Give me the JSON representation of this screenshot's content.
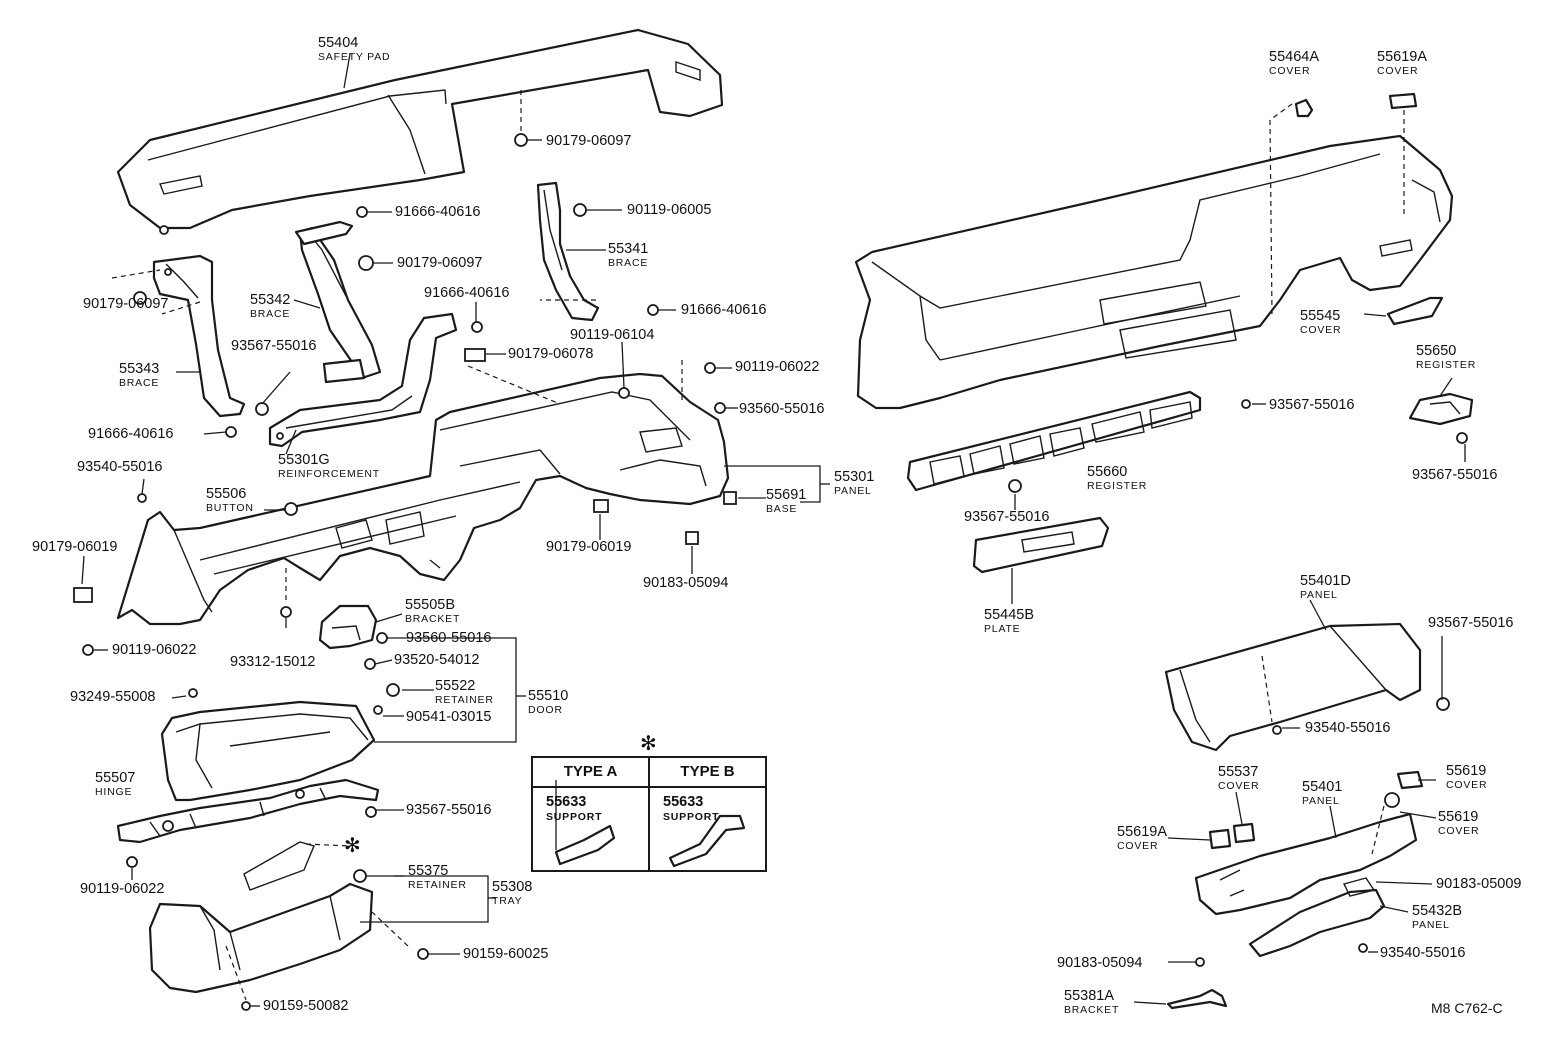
{
  "parts": {
    "p55404": {
      "num": "55404",
      "name": "SAFETY PAD"
    },
    "p90179_06097_a": {
      "num": "90179-06097"
    },
    "p91666_40616_a": {
      "num": "91666-40616"
    },
    "p90119_06005": {
      "num": "90119-06005"
    },
    "p90179_06097_b": {
      "num": "90179-06097"
    },
    "p55341": {
      "num": "55341",
      "name": "BRACE"
    },
    "p55342": {
      "num": "55342",
      "name": "BRACE"
    },
    "p90179_06097_c": {
      "num": "90179-06097"
    },
    "p91666_40616_b": {
      "num": "91666-40616"
    },
    "p91666_40616_c": {
      "num": "91666-40616"
    },
    "p90119_06104": {
      "num": "90119-06104"
    },
    "p55343": {
      "num": "55343",
      "name": "BRACE"
    },
    "p93567_55016_a": {
      "num": "93567-55016"
    },
    "p90179_06078": {
      "num": "90179-06078"
    },
    "p90119_06022_a": {
      "num": "90119-06022"
    },
    "p93560_55016_a": {
      "num": "93560-55016"
    },
    "p91666_40616_d": {
      "num": "91666-40616"
    },
    "p55301G": {
      "num": "55301G",
      "name": "REINFORCEMENT"
    },
    "p55301": {
      "num": "55301",
      "name": "PANEL"
    },
    "p93540_55016_a": {
      "num": "93540-55016"
    },
    "p55691": {
      "num": "55691",
      "name": "BASE"
    },
    "p55506": {
      "num": "55506",
      "name": "BUTTON"
    },
    "p90179_06019_a": {
      "num": "90179-06019"
    },
    "p90179_06019_b": {
      "num": "90179-06019"
    },
    "p90183_05094_a": {
      "num": "90183-05094"
    },
    "p55505B": {
      "num": "55505B",
      "name": "BRACKET"
    },
    "p93560_55016_b": {
      "num": "93560-55016"
    },
    "p90119_06022_b": {
      "num": "90119-06022"
    },
    "p93312_15012": {
      "num": "93312-15012"
    },
    "p93520_54012": {
      "num": "93520-54012"
    },
    "p93249_55008": {
      "num": "93249-55008"
    },
    "p55522": {
      "num": "55522",
      "name": "RETAINER"
    },
    "p55510": {
      "num": "55510",
      "name": "DOOR"
    },
    "p90541_03015": {
      "num": "90541-03015"
    },
    "p55507": {
      "num": "55507",
      "name": "HINGE"
    },
    "p93567_55016_b": {
      "num": "93567-55016"
    },
    "p90119_06022_c": {
      "num": "90119-06022"
    },
    "p55375": {
      "num": "55375",
      "name": "RETAINER"
    },
    "p55308": {
      "num": "55308",
      "name": "TRAY"
    },
    "p90159_60025": {
      "num": "90159-60025"
    },
    "p90159_50082": {
      "num": "90159-50082"
    },
    "p55464A": {
      "num": "55464A",
      "name": "COVER"
    },
    "p55619A_top": {
      "num": "55619A",
      "name": "COVER"
    },
    "p55545": {
      "num": "55545",
      "name": "COVER"
    },
    "p55650": {
      "num": "55650",
      "name": "REGISTER"
    },
    "p93567_55016_c": {
      "num": "93567-55016"
    },
    "p93567_55016_d": {
      "num": "93567-55016"
    },
    "p55660": {
      "num": "55660",
      "name": "REGISTER"
    },
    "p93567_55016_e": {
      "num": "93567-55016"
    },
    "p55445B": {
      "num": "55445B",
      "name": "PLATE"
    },
    "p55401D": {
      "num": "55401D",
      "name": "PANEL"
    },
    "p93567_55016_f": {
      "num": "93567-55016"
    },
    "p93540_55016_b": {
      "num": "93540-55016"
    },
    "p55537": {
      "num": "55537",
      "name": "COVER"
    },
    "p55401": {
      "num": "55401",
      "name": "PANEL"
    },
    "p55619_a": {
      "num": "55619",
      "name": "COVER"
    },
    "p55619_b": {
      "num": "55619",
      "name": "COVER"
    },
    "p55619A_mid": {
      "num": "55619A",
      "name": "COVER"
    },
    "p90183_05009": {
      "num": "90183-05009"
    },
    "p55432B": {
      "num": "55432B",
      "name": "PANEL"
    },
    "p90183_05094_b": {
      "num": "90183-05094"
    },
    "p93540_55016_c": {
      "num": "93540-55016"
    },
    "p55381A": {
      "num": "55381A",
      "name": "BRACKET"
    }
  },
  "type_table": {
    "marker": "✻",
    "type_a": {
      "header": "TYPE A",
      "num": "55633",
      "name": "SUPPORT"
    },
    "type_b": {
      "header": "TYPE B",
      "num": "55633",
      "name": "SUPPORT"
    }
  },
  "tray_marker": "✻",
  "diagram_code": "M8 C762-C"
}
